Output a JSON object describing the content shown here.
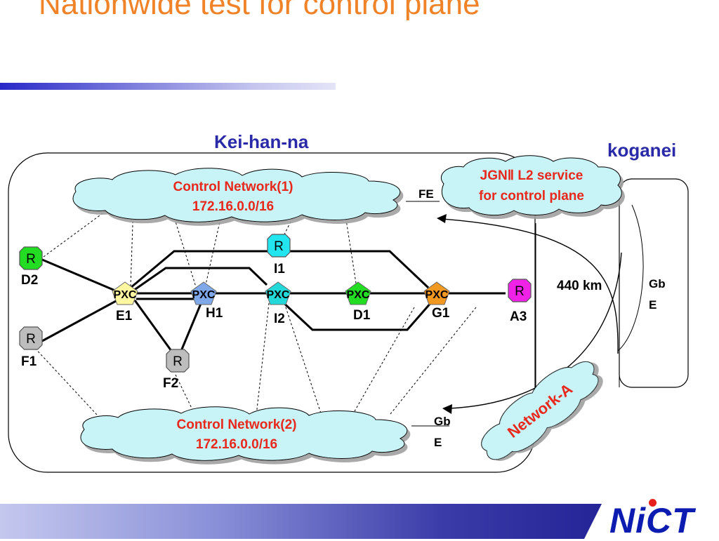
{
  "slide": {
    "title": "Nationwide test for control plane"
  },
  "regions": {
    "keihanna": "Kei-han-na",
    "koganei": "koganei"
  },
  "clouds": {
    "control1": {
      "line1": "Control Network(1)",
      "line2": "172.16.0.0/16"
    },
    "control2": {
      "line1": "Control Network(2)",
      "line2": "172.16.0.0/16"
    },
    "jgn": {
      "line1": "JGNⅡ L2 service",
      "line2": "for control plane"
    },
    "networkA": "Network-A"
  },
  "links": {
    "fe": "FE",
    "gbe1": "Gb",
    "gbe2": "E",
    "distance": "440 km",
    "gbe3": "Gb",
    "gbe4": "E"
  },
  "routers": {
    "d2": {
      "symbol": "R",
      "label": "D2",
      "color": "#22DD22"
    },
    "f1": {
      "symbol": "R",
      "label": "F1",
      "color": "#BDBDBD"
    },
    "f2": {
      "symbol": "R",
      "label": "F2",
      "color": "#BDBDBD"
    },
    "i1": {
      "symbol": "R",
      "label": "I1",
      "color": "#22E5F0"
    },
    "a3": {
      "symbol": "R",
      "label": "A3",
      "color": "#F022E8"
    }
  },
  "pxcs": {
    "e1": {
      "symbol": "PXC",
      "label": "E1",
      "color": "#FFF8A0"
    },
    "h1": {
      "symbol": "PXC",
      "label": "H1",
      "color": "#7FA8E8"
    },
    "i2": {
      "symbol": "PXC",
      "label": "I2",
      "color": "#22D8D8"
    },
    "d1": {
      "symbol": "PXC",
      "label": "D1",
      "color": "#22DD22"
    },
    "g1": {
      "symbol": "PXC",
      "label": "G1",
      "color": "#F09820"
    }
  },
  "logo": {
    "text": "NiCT"
  },
  "colors": {
    "accent": "#F08228",
    "heading": "#2A2AA8",
    "cloud_fill": "#C8F4F8",
    "cloud_text": "#E8281C"
  }
}
